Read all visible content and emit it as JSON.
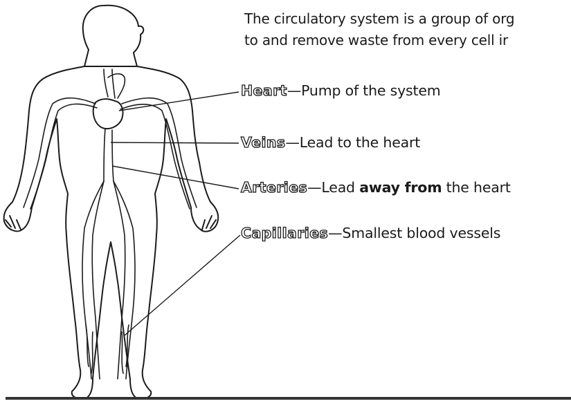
{
  "intro": {
    "line1": "The circulatory system is a group of org",
    "line2": "to and remove waste from every cell ir"
  },
  "labels": {
    "heart": {
      "term": "Heart",
      "desc": "—Pump of the system"
    },
    "veins": {
      "term": "Veins",
      "desc": "—Lead to the heart"
    },
    "arteries": {
      "term": "Arteries",
      "desc_a": "—Lead ",
      "desc_strong": "away from",
      "desc_b": " the heart"
    },
    "capillaries": {
      "term": "Capillaries",
      "desc": "—Smallest blood vessels"
    }
  }
}
